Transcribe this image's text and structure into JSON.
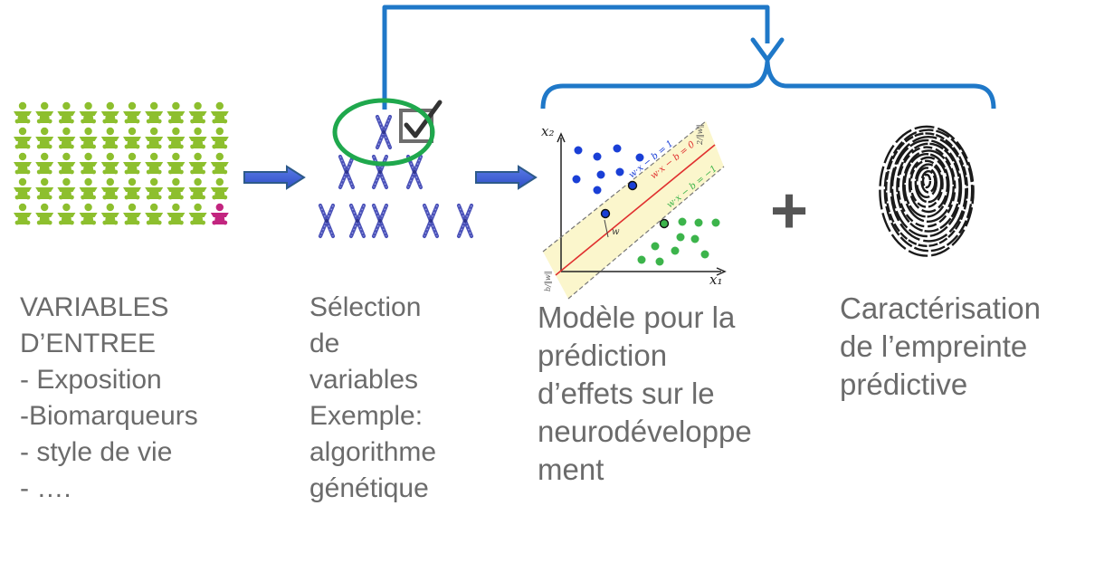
{
  "inputs_label": [
    "VARIABLES",
    "D’ENTREE",
    "- Exposition",
    "-Biomarqueurs",
    "- style de vie",
    "- …."
  ],
  "selection_label": [
    "Sélection",
    "de",
    "variables",
    "Exemple:",
    "algorithme",
    "génétique"
  ],
  "model_label": [
    "Modèle pour la",
    "prédiction",
    "d’effets sur le",
    "neurodéveloppe",
    "ment"
  ],
  "fingerprint_label": [
    "Caractérisation",
    "de l’empreinte",
    "prédictive"
  ],
  "plus_sign": "+",
  "svm": {
    "x1": "x₁",
    "x2": "x₂",
    "line_upper": "w·x − b = 1",
    "line_middle": "w·x − b = 0",
    "line_lower": "w·x − b = −1",
    "w_label": "w",
    "margin_top": "2/‖w‖",
    "margin_bottom": "b/‖w‖"
  },
  "icons": {
    "people": "people-grid-icon",
    "chromosome": "chromosome-icon",
    "checkbox": "checked-box-icon",
    "fingerprint": "fingerprint-icon"
  },
  "colors": {
    "people_green": "#8dbf2e",
    "people_highlight": "#c2257f",
    "chromosome": "#4b52b8",
    "flow_blue": "#1f78c8",
    "arrow_fill": "#3a5bd1",
    "arrow_edge": "#2d5a8a",
    "circle_green": "#1fa84d",
    "svm_blue": "#1a3fd6",
    "svm_green": "#3cb44b",
    "svm_red": "#e0302f",
    "svm_band": "#fbf6cc",
    "text_gray": "#6b6b6b",
    "plus_gray": "#555555"
  }
}
